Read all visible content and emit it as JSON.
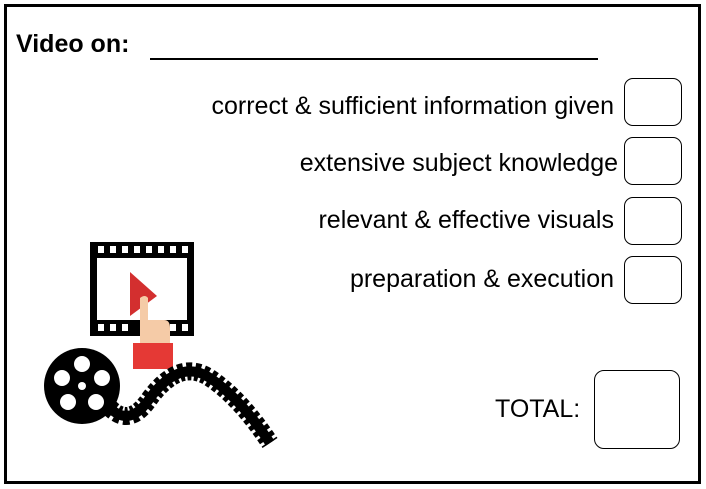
{
  "header": {
    "title": "Video on:"
  },
  "criteria": [
    {
      "label": "correct & sufficient information given"
    },
    {
      "label": "extensive subject knowledge"
    },
    {
      "label": "relevant & effective visuals"
    },
    {
      "label": "preparation & execution"
    }
  ],
  "total": {
    "label": "TOTAL:"
  },
  "illustration": {
    "icon": "film-reel-play-icon",
    "colors": {
      "play": "#d32f2f",
      "sleeve": "#e53935",
      "hand": "#f5cba7"
    }
  }
}
